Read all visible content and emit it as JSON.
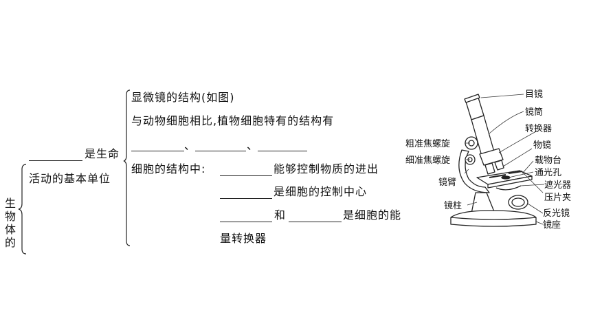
{
  "side_title": [
    "生",
    "物",
    "体",
    "的"
  ],
  "left_text": {
    "line1": "是生命",
    "line2": "活动的基本单位"
  },
  "items": {
    "microscope_title": "显微镜的结构(如图)",
    "compare_text": "与动物细胞相比,植物细胞特有的结构有",
    "separator": "、",
    "structure_intro": "细胞的结构中:",
    "control_text": "能够控制物质的进出",
    "center_text": "是细胞的控制中心",
    "and_text": "和",
    "energy_text": "是细胞的能",
    "energy_text2": "量转换器"
  },
  "microscope_labels": {
    "eyepiece": "目镜",
    "tube": "镜筒",
    "nosepiece": "转换器",
    "objective": "物镜",
    "coarse": "粗准焦螺旋",
    "fine": "细准焦螺旋",
    "stage": "载物台",
    "aperture": "通光孔",
    "arm": "镜臂",
    "diaphragm": "遮光器",
    "clip": "压片夹",
    "pillar": "镜柱",
    "mirror": "反光镜",
    "base": "镜座"
  }
}
